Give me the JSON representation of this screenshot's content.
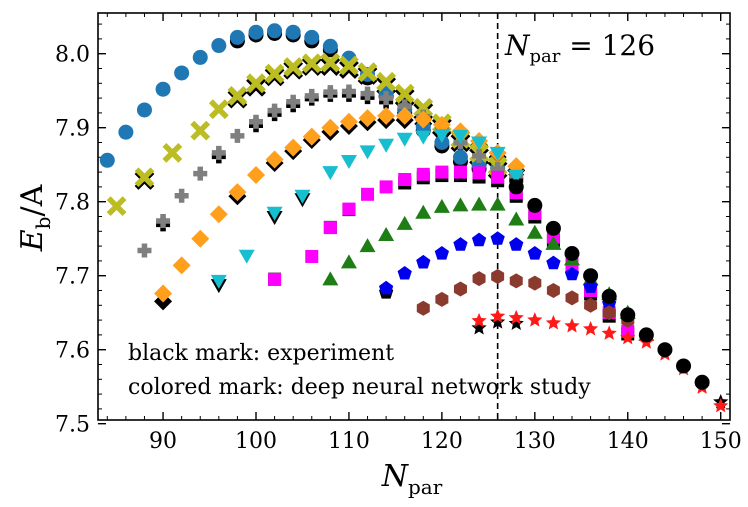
{
  "chart_data": {
    "type": "scatter",
    "xlabel_main": "N",
    "xlabel_sub": "par",
    "ylabel_main": "E",
    "ylabel_sub": "b",
    "ylabel_suffix": "/A",
    "xlim": [
      83,
      151
    ],
    "ylim": [
      7.505,
      8.055
    ],
    "xticks": [
      90,
      100,
      110,
      120,
      130,
      140,
      150
    ],
    "yticks": [
      7.5,
      7.6,
      7.7,
      7.8,
      7.9,
      8.0
    ],
    "xtick_labels": [
      "90",
      "100",
      "110",
      "120",
      "130",
      "140",
      "150"
    ],
    "ytick_labels": [
      "7.5",
      "7.6",
      "7.7",
      "7.8",
      "7.9",
      "8.0"
    ],
    "grid": false,
    "vline": {
      "x": 126,
      "label_main": "N",
      "label_sub": "par",
      "label_suffix": " = 126"
    },
    "annotations": [
      "black mark: experiment",
      "colored mark: deep neural network study"
    ],
    "series": [
      {
        "color": "#1f77b4",
        "marker": "circle",
        "x": [
          84,
          86,
          88,
          90,
          92,
          94,
          96,
          98,
          100,
          102,
          104,
          106,
          108,
          110,
          112,
          114,
          116,
          118,
          120,
          122,
          124,
          126
        ],
        "y": [
          7.856,
          7.894,
          7.924,
          7.952,
          7.974,
          7.995,
          8.011,
          8.022,
          8.029,
          8.031,
          8.029,
          8.022,
          8.01,
          7.994,
          7.972,
          7.948,
          7.925,
          7.901,
          7.88,
          7.86,
          7.85,
          7.845
        ],
        "exp": [
          null,
          null,
          null,
          null,
          null,
          null,
          null,
          8.02,
          8.028,
          8.03,
          8.028,
          8.02,
          8.008,
          7.992,
          7.97,
          7.945,
          7.923,
          7.899,
          7.878,
          7.857,
          7.847,
          7.843
        ]
      },
      {
        "color": "#bcbd22",
        "marker": "x",
        "x": [
          85,
          88,
          91,
          94,
          96,
          98,
          100,
          102,
          104,
          106,
          108,
          110,
          112,
          114,
          116,
          118,
          120,
          122,
          124,
          126
        ],
        "y": [
          7.794,
          7.833,
          7.866,
          7.896,
          7.925,
          7.943,
          7.96,
          7.973,
          7.982,
          7.987,
          7.988,
          7.984,
          7.975,
          7.962,
          7.946,
          7.927,
          7.906,
          7.885,
          7.866,
          7.848
        ],
        "exp": [
          null,
          7.832,
          null,
          null,
          null,
          7.942,
          7.958,
          7.972,
          7.981,
          7.986,
          7.986,
          7.982,
          7.974,
          7.96,
          7.944,
          7.925,
          7.904,
          7.883,
          7.864,
          7.846
        ]
      },
      {
        "color": "#7f7f7f",
        "marker": "plus",
        "x": [
          88,
          90,
          92,
          94,
          96,
          98,
          100,
          102,
          104,
          106,
          108,
          110,
          112,
          114,
          116,
          118,
          120,
          122,
          124,
          126,
          128
        ],
        "y": [
          7.734,
          7.774,
          7.808,
          7.838,
          7.866,
          7.889,
          7.908,
          7.923,
          7.935,
          7.943,
          7.948,
          7.949,
          7.946,
          7.94,
          7.929,
          7.915,
          7.897,
          7.88,
          7.862,
          7.844,
          7.835
        ],
        "exp": [
          null,
          7.772,
          null,
          null,
          7.864,
          null,
          7.906,
          7.921,
          7.933,
          7.942,
          7.947,
          7.947,
          7.944,
          7.938,
          7.927,
          7.913,
          7.895,
          7.878,
          7.86,
          7.842,
          7.832
        ]
      },
      {
        "color": "#ff9f1c",
        "marker": "diamond",
        "x": [
          90,
          92,
          94,
          96,
          98,
          100,
          102,
          104,
          106,
          108,
          110,
          112,
          114,
          116,
          118,
          120,
          122,
          124,
          126,
          128
        ],
        "y": [
          7.676,
          7.714,
          7.75,
          7.783,
          7.813,
          7.836,
          7.857,
          7.873,
          7.888,
          7.9,
          7.908,
          7.913,
          7.916,
          7.916,
          7.911,
          7.904,
          7.895,
          7.882,
          7.866,
          7.848
        ],
        "exp": [
          7.668,
          null,
          null,
          null,
          7.81,
          null,
          7.855,
          7.871,
          7.886,
          7.897,
          7.905,
          7.91,
          7.913,
          7.913,
          7.908,
          7.901,
          7.892,
          7.879,
          7.863,
          7.845
        ]
      },
      {
        "color": "#17becf",
        "marker": "tri_down",
        "x": [
          96,
          99,
          102,
          105,
          108,
          110,
          112,
          114,
          116,
          118,
          120,
          122,
          124,
          126,
          128
        ],
        "y": [
          7.693,
          7.727,
          7.785,
          7.808,
          7.84,
          7.855,
          7.868,
          7.877,
          7.885,
          7.888,
          7.89,
          7.889,
          7.88,
          7.866,
          7.835
        ],
        "exp": [
          7.69,
          null,
          7.782,
          7.806,
          null,
          null,
          null,
          null,
          null,
          null,
          7.887,
          null,
          null,
          7.862,
          7.832
        ]
      },
      {
        "color": "#ff00ff",
        "marker": "square",
        "x": [
          102,
          106,
          108,
          110,
          112,
          114,
          116,
          118,
          120,
          122,
          124,
          126,
          128,
          130,
          132,
          134,
          136,
          138,
          140
        ],
        "y": [
          7.695,
          7.726,
          7.765,
          7.79,
          7.81,
          7.82,
          7.83,
          7.837,
          7.84,
          7.84,
          7.839,
          7.833,
          7.812,
          7.784,
          7.752,
          7.715,
          7.68,
          7.65,
          7.625
        ],
        "exp": [
          7.698,
          null,
          7.768,
          7.792,
          null,
          null,
          7.828,
          7.835,
          7.838,
          7.838,
          7.836,
          7.831,
          7.81,
          7.782,
          7.75,
          7.713,
          7.678,
          7.648,
          7.624
        ]
      },
      {
        "color": "#1e7d14",
        "marker": "tri_up",
        "x": [
          108,
          110,
          112,
          114,
          116,
          118,
          120,
          122,
          124,
          126,
          128,
          130,
          132,
          134,
          136,
          138,
          140,
          142
        ],
        "y": [
          7.695,
          7.718,
          7.74,
          7.755,
          7.77,
          7.785,
          7.793,
          7.795,
          7.796,
          7.796,
          7.776,
          7.758,
          7.743,
          7.722,
          7.695,
          7.675,
          7.65,
          7.62
        ],
        "exp": [
          null,
          null,
          null,
          null,
          null,
          null,
          null,
          null,
          null,
          null,
          null,
          null,
          null,
          null,
          null,
          null,
          null,
          null
        ]
      },
      {
        "color": "#0000ee",
        "marker": "pentagon",
        "x": [
          114,
          116,
          118,
          120,
          122,
          124,
          126,
          128,
          130,
          132,
          134,
          136,
          138,
          140
        ],
        "y": [
          7.683,
          7.703,
          7.718,
          7.73,
          7.742,
          7.748,
          7.75,
          7.742,
          7.73,
          7.717,
          7.702,
          7.685,
          7.662,
          7.645
        ],
        "exp": [
          7.68,
          null,
          null,
          null,
          null,
          null,
          null,
          null,
          null,
          null,
          null,
          null,
          null,
          7.643
        ]
      },
      {
        "color": "#8b3a2e",
        "marker": "hexagon",
        "x": [
          118,
          120,
          122,
          124,
          126,
          128,
          130,
          132,
          134,
          136,
          138,
          140
        ],
        "y": [
          7.656,
          7.668,
          7.682,
          7.696,
          7.699,
          7.693,
          7.69,
          7.68,
          7.67,
          7.66,
          7.65,
          7.64
        ],
        "exp": [
          null,
          null,
          null,
          null,
          null,
          null,
          null,
          null,
          null,
          null,
          null,
          null
        ]
      },
      {
        "color": "#ff1a1a",
        "marker": "star",
        "x": [
          124,
          126,
          128,
          130,
          132,
          134,
          136,
          138,
          140,
          142,
          144,
          146,
          148,
          150
        ],
        "y": [
          7.639,
          7.645,
          7.643,
          7.64,
          7.636,
          7.632,
          7.628,
          7.622,
          7.616,
          7.61,
          7.594,
          7.574,
          7.549,
          7.524
        ],
        "exp": [
          7.632,
          7.64,
          7.638,
          null,
          null,
          null,
          null,
          null,
          null,
          null,
          null,
          null,
          null,
          7.532
        ]
      },
      {
        "color": "#000000",
        "marker": "circle_exp_tail",
        "x": [
          128,
          130,
          132,
          134,
          136,
          138,
          140,
          142,
          144,
          146,
          148
        ],
        "y": [
          7.82,
          7.795,
          7.764,
          7.73,
          7.7,
          7.672,
          7.647,
          7.62,
          7.6,
          7.578,
          7.556
        ],
        "exp": []
      }
    ]
  }
}
